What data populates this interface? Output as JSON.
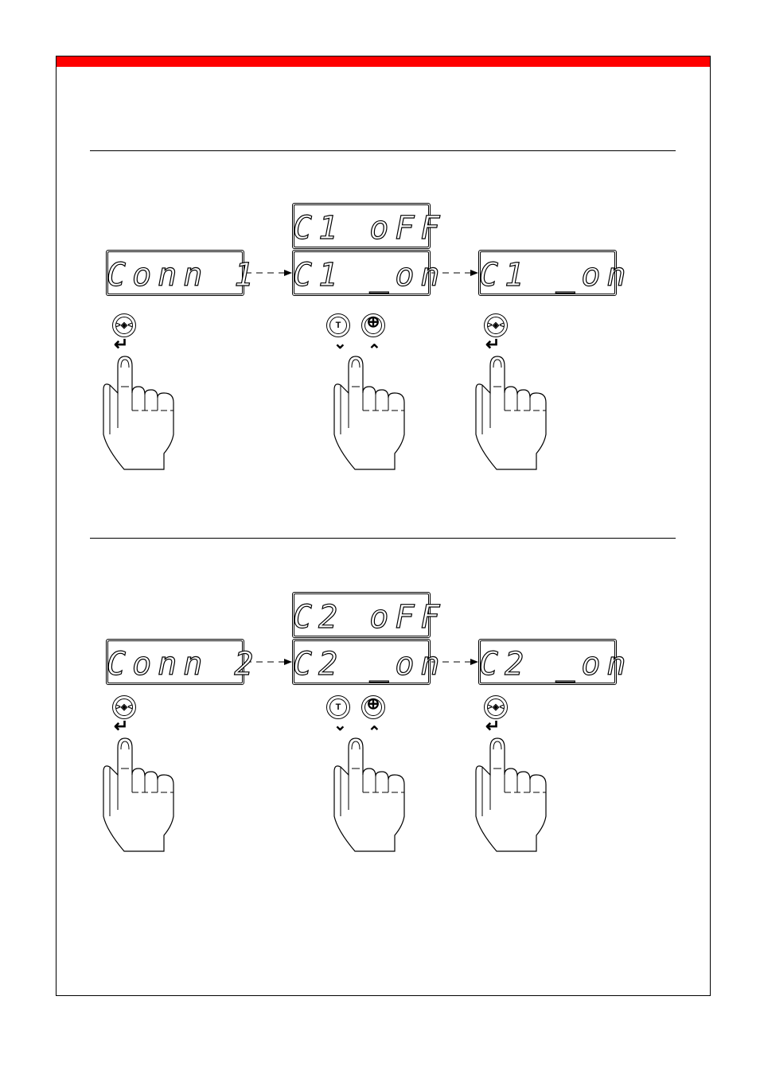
{
  "colors": {
    "header_bar": "#ff0000",
    "line": "#000000"
  },
  "sections": [
    {
      "start_display": "Conn 1",
      "option_off": "C1 oFF",
      "option_on": "C1 _on",
      "result_display": "C1 _on",
      "buttons": {
        "enter": {
          "icon": "enter-button-icon",
          "glyph": ">◈<",
          "symbol": "↵"
        },
        "down": {
          "icon": "tare-button-icon",
          "glyph": "T",
          "symbol": "⌄"
        },
        "up": {
          "icon": "plus-button-icon",
          "glyph": "⊕",
          "symbol": "⌃"
        }
      }
    },
    {
      "start_display": "Conn 2",
      "option_off": "C2 oFF",
      "option_on": "C2 _on",
      "result_display": "C2 _on",
      "buttons": {
        "enter": {
          "icon": "enter-button-icon",
          "glyph": ">◈<",
          "symbol": "↵"
        },
        "down": {
          "icon": "tare-button-icon",
          "glyph": "T",
          "symbol": "⌄"
        },
        "up": {
          "icon": "plus-button-icon",
          "glyph": "⊕",
          "symbol": "⌃"
        }
      }
    }
  ]
}
